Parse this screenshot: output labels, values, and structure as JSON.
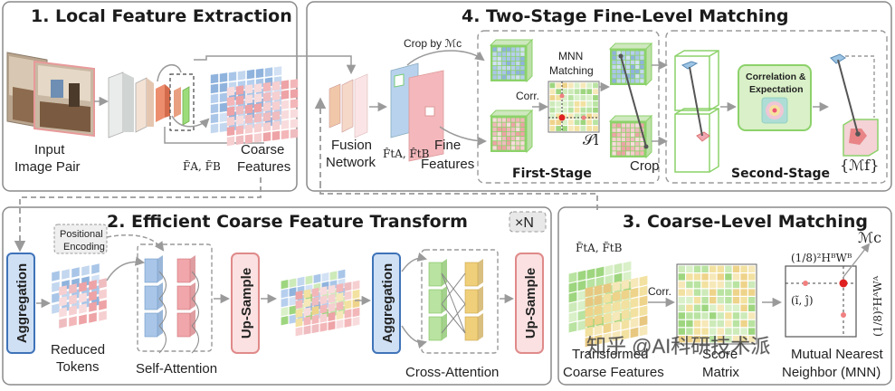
{
  "sections": {
    "local": {
      "title": "1. Local Feature Extraction"
    },
    "fine": {
      "title": "4. Two-Stage Fine-Level Matching"
    },
    "coarse_transform": {
      "title": "2. Efficient Coarse Feature Transform"
    },
    "coarse_match": {
      "title": "3. Coarse-Level Matching"
    }
  },
  "local": {
    "input_line1": "Input",
    "input_line2": "Image Pair",
    "coarse_line1": "Coarse",
    "coarse_line2": "Features",
    "coarse_math": "F̃A, F̃B"
  },
  "fine": {
    "crop_by": "Crop by ℳc",
    "fusion_line1": "Fusion",
    "fusion_line2": "Network",
    "fine_line1": "Fine",
    "fine_line2": "Features",
    "fine_math": "F̂tA, F̂tB",
    "mnn_line1": "MNN",
    "mnn_line2": "Matching",
    "corr": "Corr.",
    "sl": "𝒮l",
    "crop": "Crop",
    "first_stage": "First-Stage",
    "second_stage": "Second-Stage",
    "corr_exp_line1": "Correlation &",
    "corr_exp_line2": "Expectation",
    "mf": "{ℳf}"
  },
  "transform": {
    "times_n": "×N",
    "aggregation": "Aggregation",
    "positional_line1": "Positional",
    "positional_line2": "Encoding",
    "reduced_line1": "Reduced",
    "reduced_line2": "Tokens",
    "self_attention": "Self-Attention",
    "upsample": "Up-Sample",
    "cross_attention": "Cross-Attention"
  },
  "match": {
    "ft_math": "F̃tA, F̃tB",
    "transformed_line1": "Transformed",
    "transformed_line2": "Coarse Features",
    "corr": "Corr.",
    "score_line1": "Score",
    "score_line2": "Matrix",
    "mc": "ℳc",
    "dim_top": "(1/8)²HᴮWᴮ",
    "dim_side": "(1/8)²HᴬWᴬ",
    "ij": "(ĩ, ĵ)",
    "mnn_line1": "Mutual Nearest",
    "mnn_line2": "Neighbor (MNN)"
  },
  "watermark": "知乎 @AI科研技术派",
  "colors": {
    "box_border": "#888888",
    "dashed_border": "#9a9a9a",
    "aggregation_fill": "#cfe0f5",
    "aggregation_border": "#3f73b8",
    "upsample_fill": "#fbe1e1",
    "upsample_border": "#e08a8a",
    "green_accent": "#8cd26a",
    "corr_exp_fill": "#d9f0c8",
    "match_red": "#e02020"
  }
}
